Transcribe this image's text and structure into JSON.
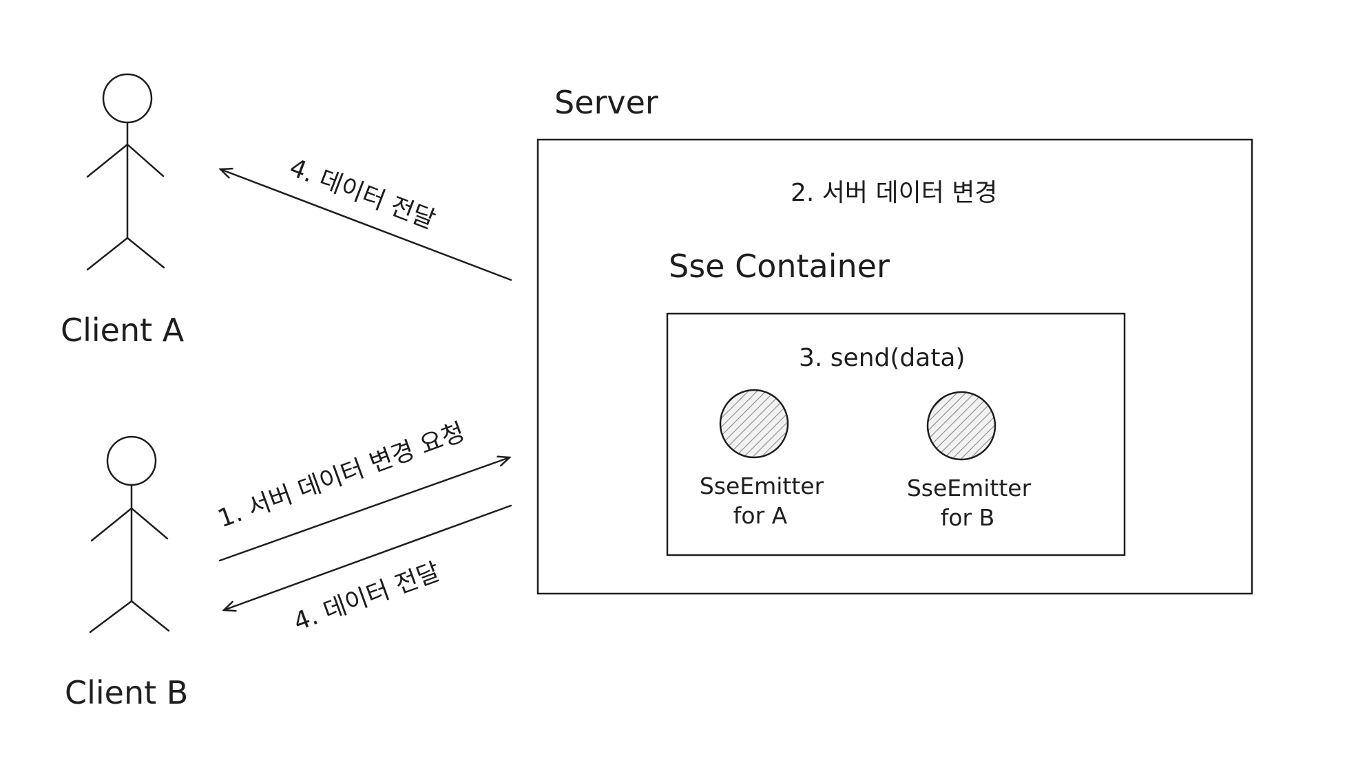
{
  "actors": {
    "client_a": "Client A",
    "client_b": "Client B"
  },
  "server": {
    "title": "Server",
    "step_change": "2. 서버 데이터 변경",
    "container": {
      "title": "Sse Container",
      "step_send": "3. send(data)",
      "emitter_a": {
        "line1": "SseEmitter",
        "line2": "for A"
      },
      "emitter_b": {
        "line1": "SseEmitter",
        "line2": "for B"
      }
    }
  },
  "arrows": {
    "deliver_to_a": "4. 데이터 전달",
    "request_from_b": "1. 서버 데이터 변경 요청",
    "deliver_to_b": "4. 데이터 전달"
  },
  "colors": {
    "stroke": "#1e1e1e",
    "background": "#ffffff",
    "hatch": "#8a8a8a",
    "emitter_fill": "#f2f2f2"
  }
}
